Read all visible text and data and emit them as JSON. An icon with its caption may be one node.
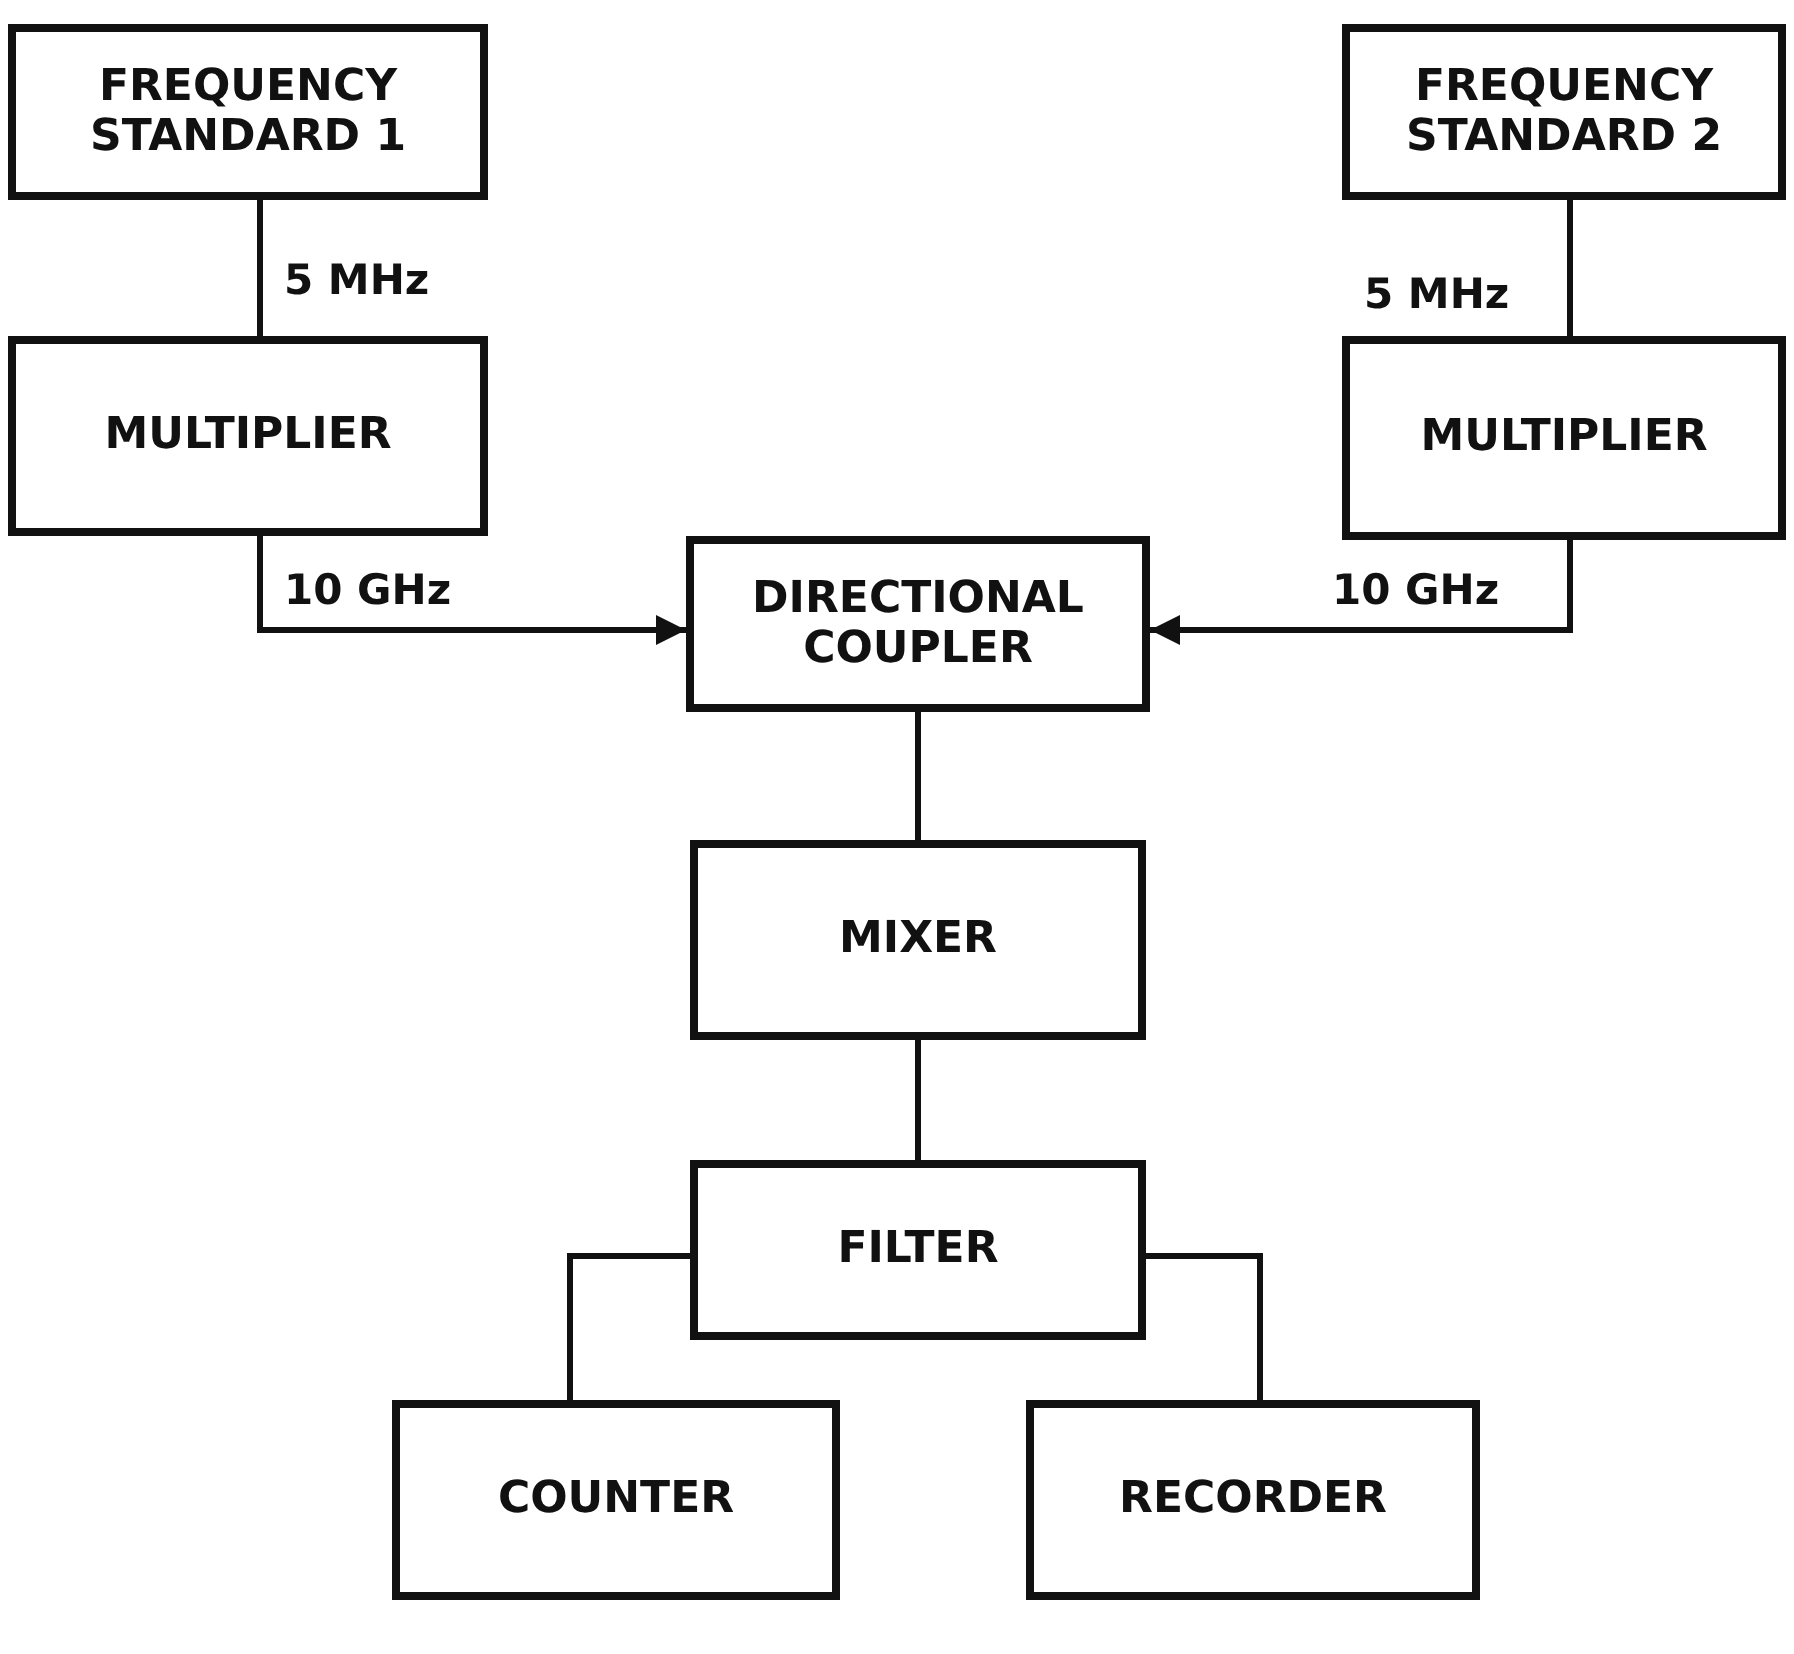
{
  "diagram": {
    "nodes": [
      {
        "text": [
          "FREQUENCY STANDARD 1"
        ]
      },
      {
        "text": [
          "FREQUENCY STANDARD 2"
        ]
      },
      {
        "text": [
          "MULTIPLIER"
        ]
      },
      {
        "text": [
          "MULTIPLIER"
        ]
      },
      {
        "text": [
          "DIRECTIONAL COUPLER"
        ]
      },
      {
        "text": [
          "MIXER"
        ]
      },
      {
        "text": [
          "FILTER"
        ]
      },
      {
        "text": [
          "COUNTER"
        ]
      },
      {
        "text": [
          "RECORDER"
        ]
      }
    ],
    "edges": [
      {
        "from": 0,
        "to": 2,
        "arrow": "none",
        "label": "5 MHz"
      },
      {
        "from": 1,
        "to": 3,
        "arrow": "none",
        "label": "5 MHz"
      },
      {
        "from": 2,
        "to": 4,
        "arrow": "to",
        "label": "10 GHz"
      },
      {
        "from": 3,
        "to": 4,
        "arrow": "to",
        "label": "10 GHz"
      },
      {
        "from": 4,
        "to": 5,
        "arrow": "none"
      },
      {
        "from": 5,
        "to": 6,
        "arrow": "none"
      },
      {
        "from": 6,
        "to": 7,
        "arrow": "none"
      },
      {
        "from": 6,
        "to": 8,
        "arrow": "none"
      }
    ]
  }
}
